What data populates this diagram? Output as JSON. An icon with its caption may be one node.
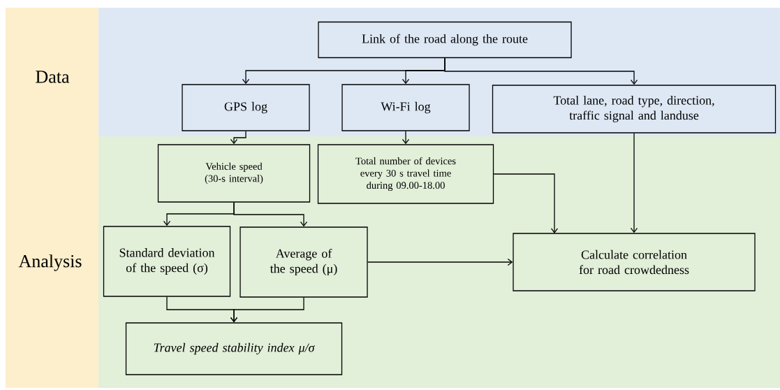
{
  "diagram": {
    "nodes": [
      {
        "text": [
          "Link of the road along the route"
        ]
      },
      {
        "text": [
          "GPS log"
        ]
      },
      {
        "text": [
          "Wi-Fi log"
        ]
      },
      {
        "text": [
          "Total lane, road type, direction, traffic signal and landuse"
        ]
      },
      {
        "text": [
          "Vehicle speed (30-s interval)"
        ]
      },
      {
        "text": [
          "Total number of devices every 30 s travel time during 09.00-18.00"
        ]
      },
      {
        "text": [
          "Standard deviation of the speed (σ)"
        ]
      },
      {
        "text": [
          "Average of the speed (μ)"
        ]
      },
      {
        "text": [
          "Travel speed stability index μ/σ"
        ]
      },
      {
        "text": [
          "Calculate correlation for road crowdedness"
        ]
      }
    ],
    "edges": [
      {
        "from": 0,
        "to": 1,
        "arrow": "to"
      },
      {
        "from": 0,
        "to": 2,
        "arrow": "to"
      },
      {
        "from": 0,
        "to": 3,
        "arrow": "to"
      },
      {
        "from": 1,
        "to": 4,
        "arrow": "to"
      },
      {
        "from": 2,
        "to": 5,
        "arrow": "to"
      },
      {
        "from": 4,
        "to": 6,
        "arrow": "to"
      },
      {
        "from": 4,
        "to": 7,
        "arrow": "to"
      },
      {
        "from": 6,
        "to": 8,
        "arrow": "to"
      },
      {
        "from": 7,
        "to": 8,
        "arrow": "to"
      },
      {
        "from": 7,
        "to": 9,
        "arrow": "to"
      },
      {
        "from": 5,
        "to": 9,
        "arrow": "to"
      },
      {
        "from": 3,
        "to": 9,
        "arrow": "to"
      }
    ],
    "labels": [
      "Data",
      "Analysis"
    ]
  }
}
